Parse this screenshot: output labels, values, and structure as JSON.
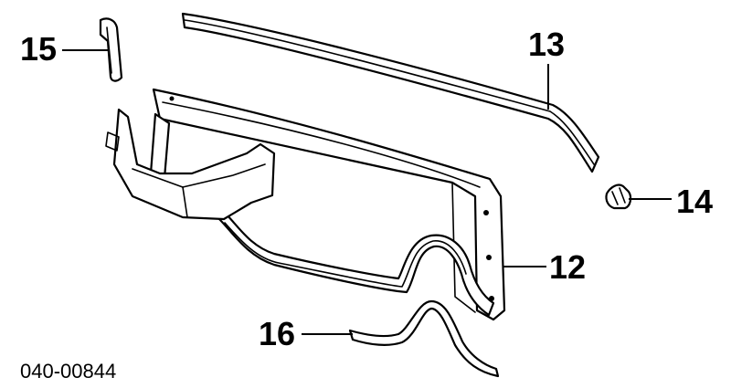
{
  "diagram": {
    "callouts": [
      {
        "id": "15",
        "label": "15"
      },
      {
        "id": "13",
        "label": "13"
      },
      {
        "id": "14",
        "label": "14"
      },
      {
        "id": "12",
        "label": "12"
      },
      {
        "id": "16",
        "label": "16"
      }
    ],
    "part_number": "040-00844",
    "colors": {
      "line": "#000000",
      "background": "#ffffff"
    }
  }
}
